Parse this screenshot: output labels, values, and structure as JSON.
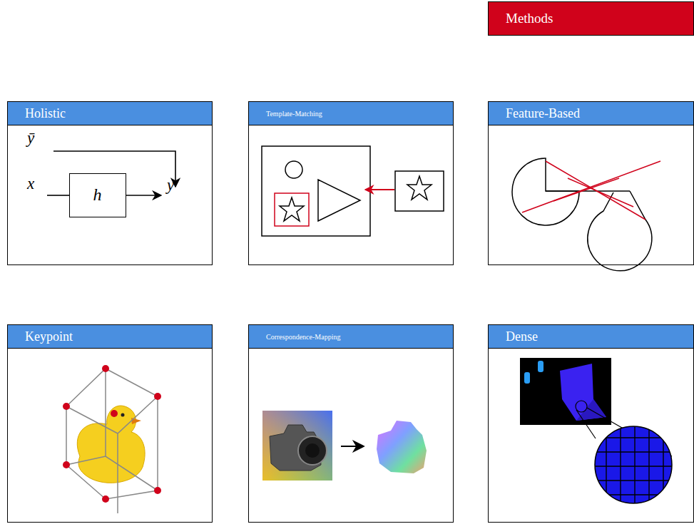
{
  "diagram": {
    "nodes": [
      {
        "text": [
          "Methods"
        ]
      },
      {
        "text": [
          "Holistic"
        ]
      },
      {
        "text": [
          "h"
        ],
        "in": 1
      },
      {
        "text": [
          "Template-Matching"
        ]
      },
      {
        "text": [
          "Feature-Based"
        ]
      },
      {
        "text": [
          "Keypoint"
        ]
      },
      {
        "text": [
          "Correspondence-Mapping"
        ]
      },
      {
        "text": [
          "Dense"
        ]
      }
    ],
    "edges": [],
    "labels": [
      "ȳ",
      "x",
      "y"
    ]
  }
}
